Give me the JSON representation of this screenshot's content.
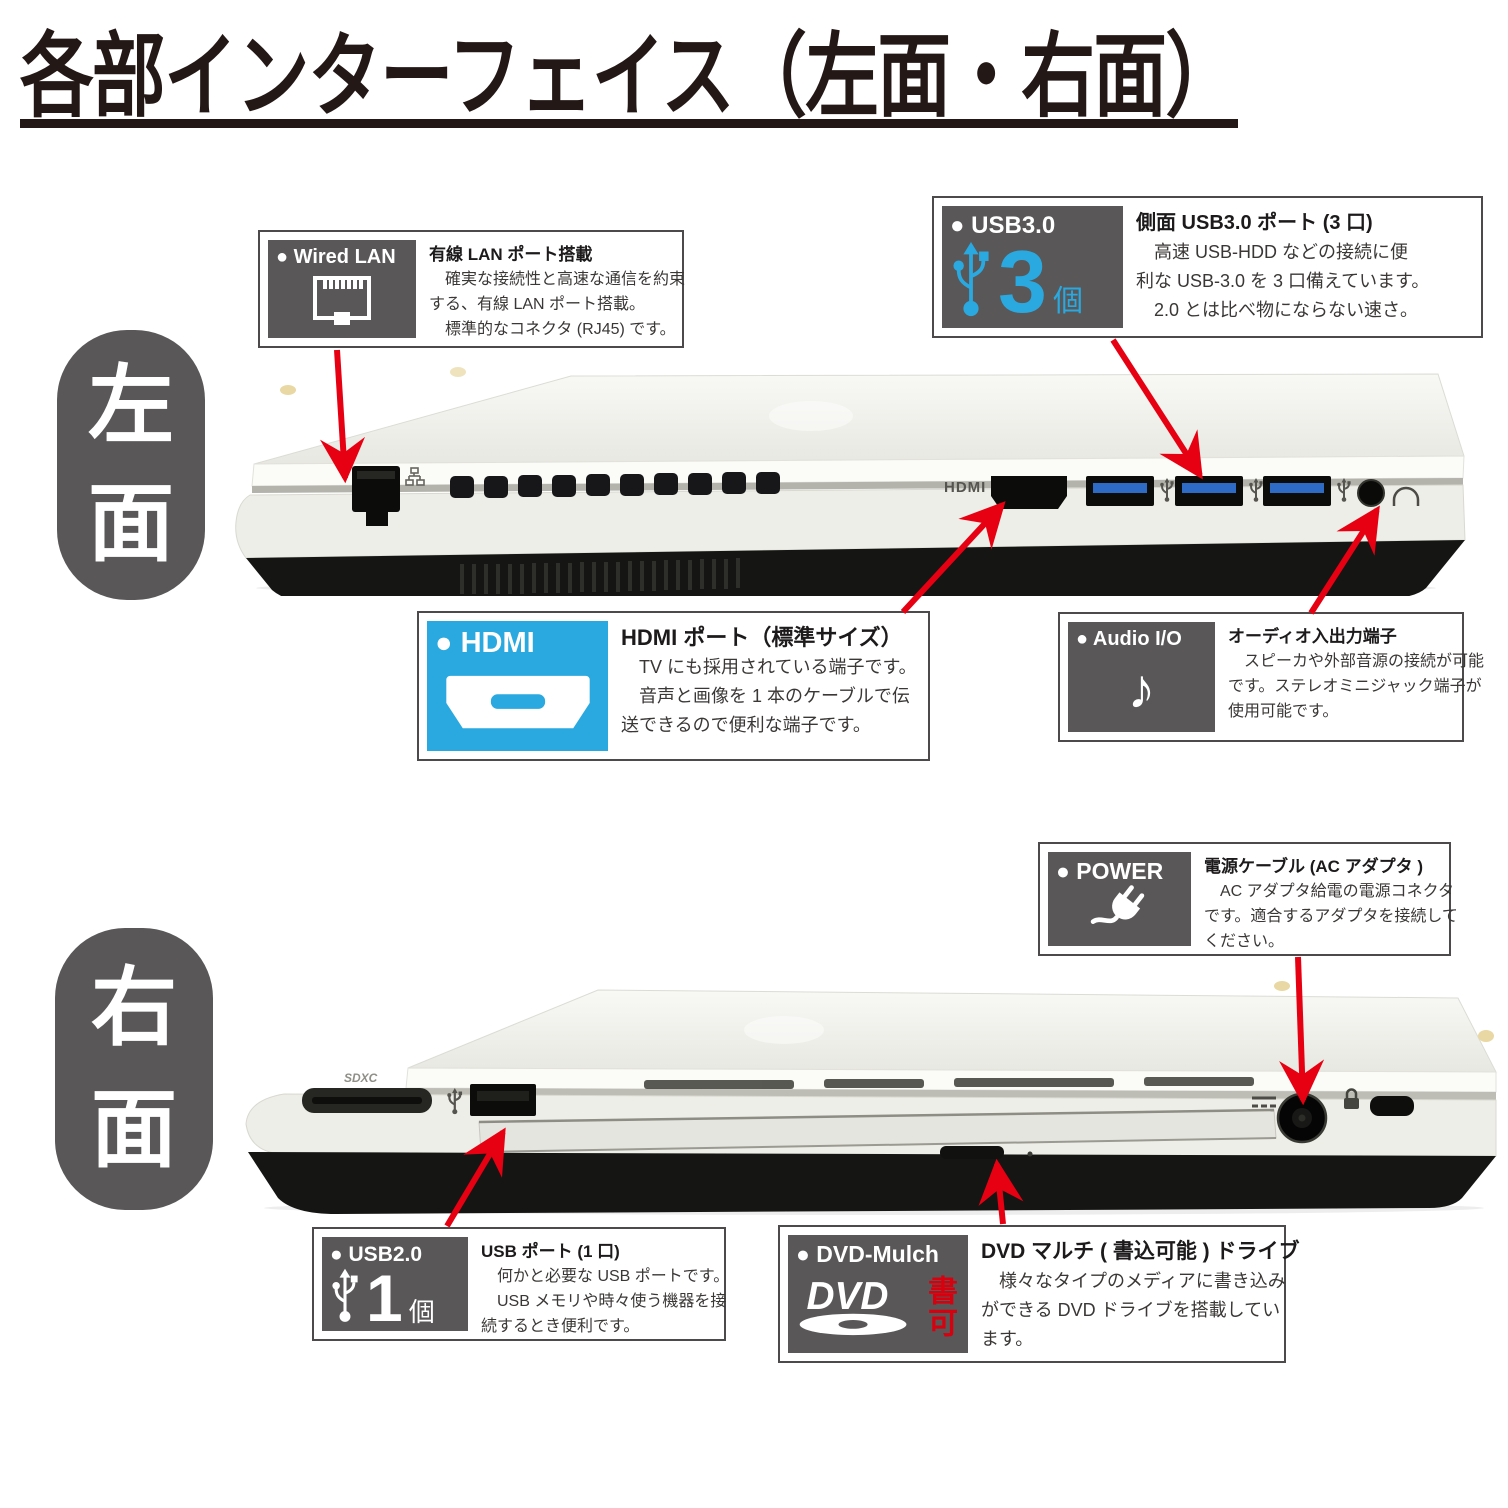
{
  "page": {
    "title": "各部インターフェイス（左面・右面）"
  },
  "colors": {
    "accent_blue": "#29a9e0",
    "panel_gray": "#595757",
    "arrow_red": "#e60012",
    "stamp_red": "#d7000f"
  },
  "badges": {
    "left": {
      "char1": "左",
      "char2": "面"
    },
    "right": {
      "char1": "右",
      "char2": "面"
    }
  },
  "callouts": {
    "wired_lan": {
      "tile_label": "● Wired LAN",
      "title": "有線 LAN ポート搭載",
      "lines": [
        "　確実な接続性と高速な通信を約束",
        "する、有線 LAN ポート搭載。",
        "　標準的なコネクタ (RJ45) です。"
      ]
    },
    "usb3": {
      "tile_label": "● USB3.0",
      "count": "3",
      "count_unit": "個",
      "title": "側面 USB3.0 ポート (3 口)",
      "lines": [
        "　高速 USB-HDD などの接続に便",
        "利な USB-3.0 を 3 口備えています。",
        "　2.0 とは比べ物にならない速さ。"
      ]
    },
    "hdmi": {
      "tile_label": "● HDMI",
      "title": "HDMI ポート（標準サイズ）",
      "lines": [
        "　TV にも採用されている端子です。",
        "　音声と画像を 1 本のケーブルで伝",
        "送できるので便利な端子です。"
      ]
    },
    "audio": {
      "tile_label": "● Audio I/O",
      "note_glyph": "♪",
      "title": "オーディオ入出力端子",
      "lines": [
        "　スピーカや外部音源の接続が可能",
        "です。ステレオミニジャック端子が",
        "使用可能です。"
      ]
    },
    "power": {
      "tile_label": "● POWER",
      "title": "電源ケーブル (AC アダプタ )",
      "lines": [
        "　AC アダプタ給電の電源コネクタ",
        "です。適合するアダプタを接続して",
        "ください。"
      ]
    },
    "usb2": {
      "tile_label": "● USB2.0",
      "count": "1",
      "count_unit": "個",
      "title": "USB ポート (1 口)",
      "lines": [
        "　何かと必要な USB ポートです。",
        "　USB メモリや時々使う機器を接",
        "続するとき便利です。"
      ]
    },
    "dvd": {
      "tile_label": "● DVD-Mulch",
      "logo_text": "DVD",
      "stamp": "書可",
      "title": "DVD マルチ ( 書込可能 ) ドライブ",
      "lines": [
        "　様々なタイプのメディアに書き込み",
        "ができる DVD ドライブを搭載してい",
        "ます。"
      ]
    }
  },
  "laptops": {
    "left_view": {
      "hdmi_port_label": "HDMI"
    },
    "right_view": {
      "sd_card_label": "SDXC"
    }
  }
}
